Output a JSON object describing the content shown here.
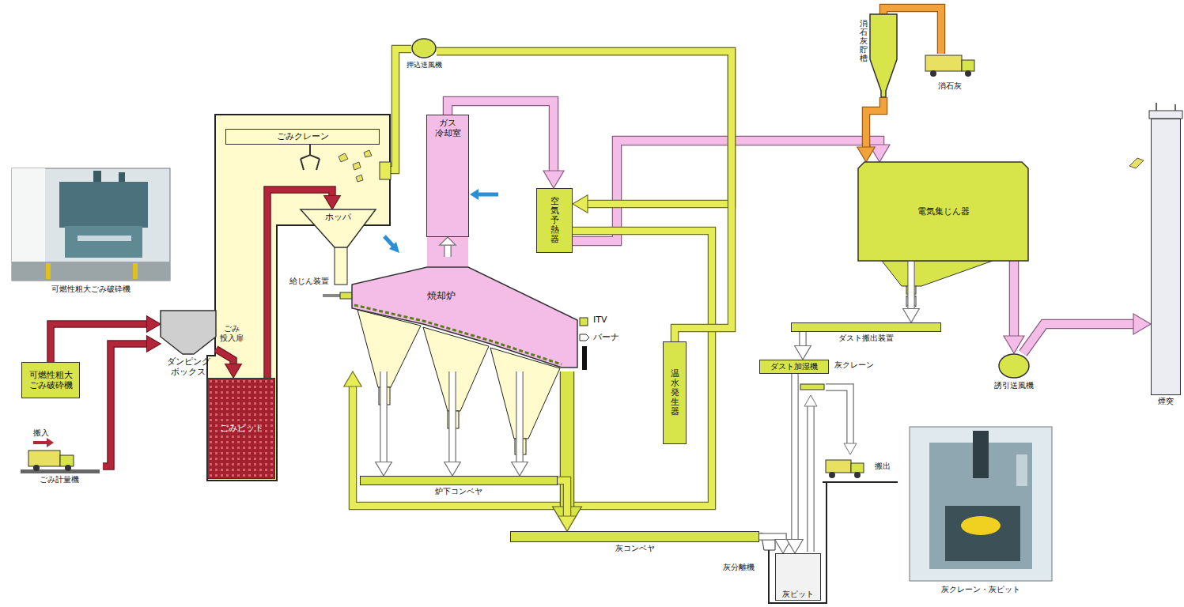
{
  "diagram": {
    "nodes": [
      {
        "text": [
          "可燃性粗大 ごみ破砕機"
        ]
      },
      {
        "text": [
          "ごみ計量機"
        ]
      },
      {
        "text": [
          "ダンピング ボックス"
        ]
      },
      {
        "text": [
          "ごみピット"
        ]
      },
      {
        "text": [
          "ごみクレーン"
        ]
      },
      {
        "text": [
          "ホッパ"
        ]
      },
      {
        "text": [
          "焼却炉"
        ]
      },
      {
        "text": [
          "ガス 冷却室"
        ]
      },
      {
        "text": [
          "押込送風機"
        ]
      },
      {
        "text": [
          "空気予熱器"
        ]
      },
      {
        "text": [
          "温水発生器"
        ]
      },
      {
        "text": [
          "消石灰貯槽"
        ]
      },
      {
        "text": [
          "消石灰"
        ]
      },
      {
        "text": [
          "電気集じん器"
        ]
      },
      {
        "text": [
          "ダスト搬出装置"
        ]
      },
      {
        "text": [
          "ダスト加湿機"
        ]
      },
      {
        "text": [
          "灰ピット"
        ]
      },
      {
        "text": [
          "炉下コンベヤ"
        ]
      },
      {
        "text": [
          "灰コンベヤ"
        ]
      },
      {
        "text": [
          "誘引送風機"
        ]
      },
      {
        "text": [
          "煙突"
        ]
      }
    ],
    "edges": [
      {
        "from": 1,
        "to": 2,
        "arrow": "to"
      },
      {
        "from": 0,
        "to": 2,
        "arrow": "to"
      },
      {
        "from": 2,
        "to": 3,
        "arrow": "to"
      },
      {
        "from": 3,
        "to": 5,
        "arrow": "to"
      },
      {
        "from": 6,
        "to": 7,
        "arrow": "to"
      },
      {
        "from": 7,
        "to": 9,
        "arrow": "to"
      },
      {
        "from": 9,
        "to": 13,
        "arrow": "to"
      },
      {
        "from": 13,
        "to": 19,
        "arrow": "to"
      },
      {
        "from": 19,
        "to": 20,
        "arrow": "to"
      },
      {
        "from": 8,
        "to": 9,
        "arrow": "to"
      },
      {
        "from": 9,
        "to": 6,
        "arrow": "to"
      },
      {
        "from": 8,
        "to": 10,
        "arrow": "none"
      },
      {
        "from": 6,
        "to": 18,
        "arrow": "to"
      },
      {
        "from": 17,
        "to": 18,
        "arrow": "to"
      },
      {
        "from": 6,
        "to": 17,
        "arrow": "to"
      },
      {
        "from": 6,
        "to": 17,
        "arrow": "to"
      },
      {
        "from": 6,
        "to": 17,
        "arrow": "to"
      },
      {
        "from": 18,
        "to": 16,
        "arrow": "to"
      },
      {
        "from": 13,
        "to": 14,
        "arrow": "to"
      },
      {
        "from": 14,
        "to": 15,
        "arrow": "to"
      },
      {
        "from": 15,
        "to": 16,
        "arrow": "to"
      },
      {
        "from": 12,
        "to": 11,
        "arrow": "none"
      },
      {
        "from": 11,
        "to": 13,
        "arrow": "to"
      }
    ],
    "labels": [
      "可燃性粗大ごみ破砕機",
      "搬入",
      "ごみ 投入扉",
      "給じん装置",
      "ITV",
      "バーナ",
      "灰クレーン",
      "灰分離機",
      "搬出",
      "灰クレーン・灰ピット"
    ]
  }
}
